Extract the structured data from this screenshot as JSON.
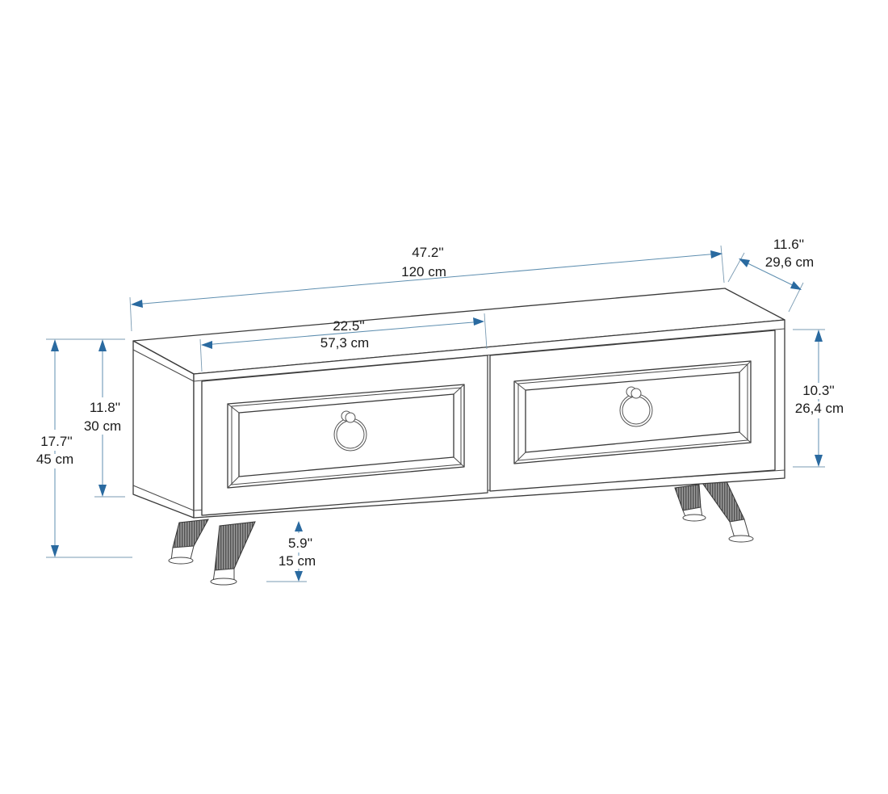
{
  "diagram": {
    "subject": "TV stand with two drawers and four tapered legs",
    "colors": {
      "outline": "#3a3a3a",
      "dimension_line": "#5f8fb0",
      "arrow": "#2a6aa0",
      "text": "#1a1a1a",
      "background": "#ffffff"
    },
    "dimensions": {
      "total_width": {
        "imperial": "47.2''",
        "metric": "120 cm"
      },
      "depth": {
        "imperial": "11.6''",
        "metric": "29,6 cm"
      },
      "drawer_width": {
        "imperial": "22.5''",
        "metric": "57,3 cm"
      },
      "body_height": {
        "imperial": "11.8''",
        "metric": "30 cm"
      },
      "total_height": {
        "imperial": "17.7''",
        "metric": "45 cm"
      },
      "leg_height": {
        "imperial": "5.9''",
        "metric": "15 cm"
      },
      "drawer_height": {
        "imperial": "10.3''",
        "metric": "26,4 cm"
      }
    },
    "parts": [
      "cabinet-body",
      "left-drawer",
      "right-drawer",
      "ring-pull-left",
      "ring-pull-right",
      "leg-front-left",
      "leg-back-left",
      "leg-front-right",
      "leg-back-right"
    ]
  }
}
